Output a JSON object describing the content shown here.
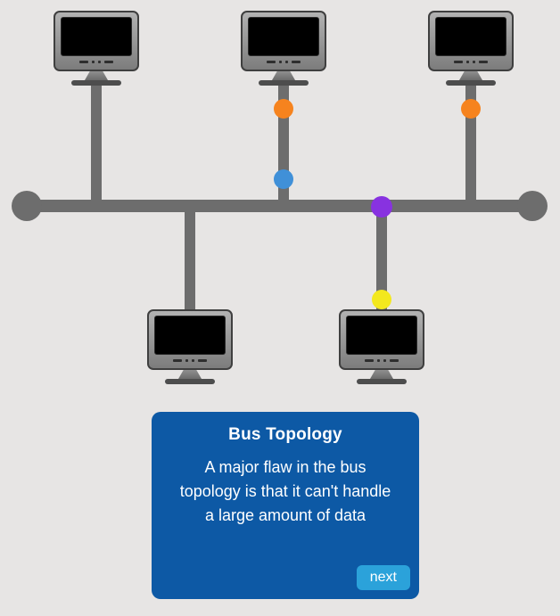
{
  "scene": {
    "background": "#e7e5e4",
    "cable_color": "#6d6d6d",
    "monitor_count": 5,
    "dots": [
      {
        "name": "orange-dot-top-middle",
        "color": "#f6831e"
      },
      {
        "name": "orange-dot-top-right",
        "color": "#f6831e"
      },
      {
        "name": "blue-dot-top-middle",
        "color": "#4090d8"
      },
      {
        "name": "purple-dot-bus",
        "color": "#8832e0"
      },
      {
        "name": "yellow-dot-bottom-right",
        "color": "#f3e81d"
      }
    ]
  },
  "card": {
    "title": "Bus Topology",
    "body": "A major flaw in the bus topology is that it can't handle a large amount of data",
    "next_label": "next",
    "background": "#0d59a5",
    "next_background": "#2ba2da",
    "text_color": "#ffffff"
  }
}
